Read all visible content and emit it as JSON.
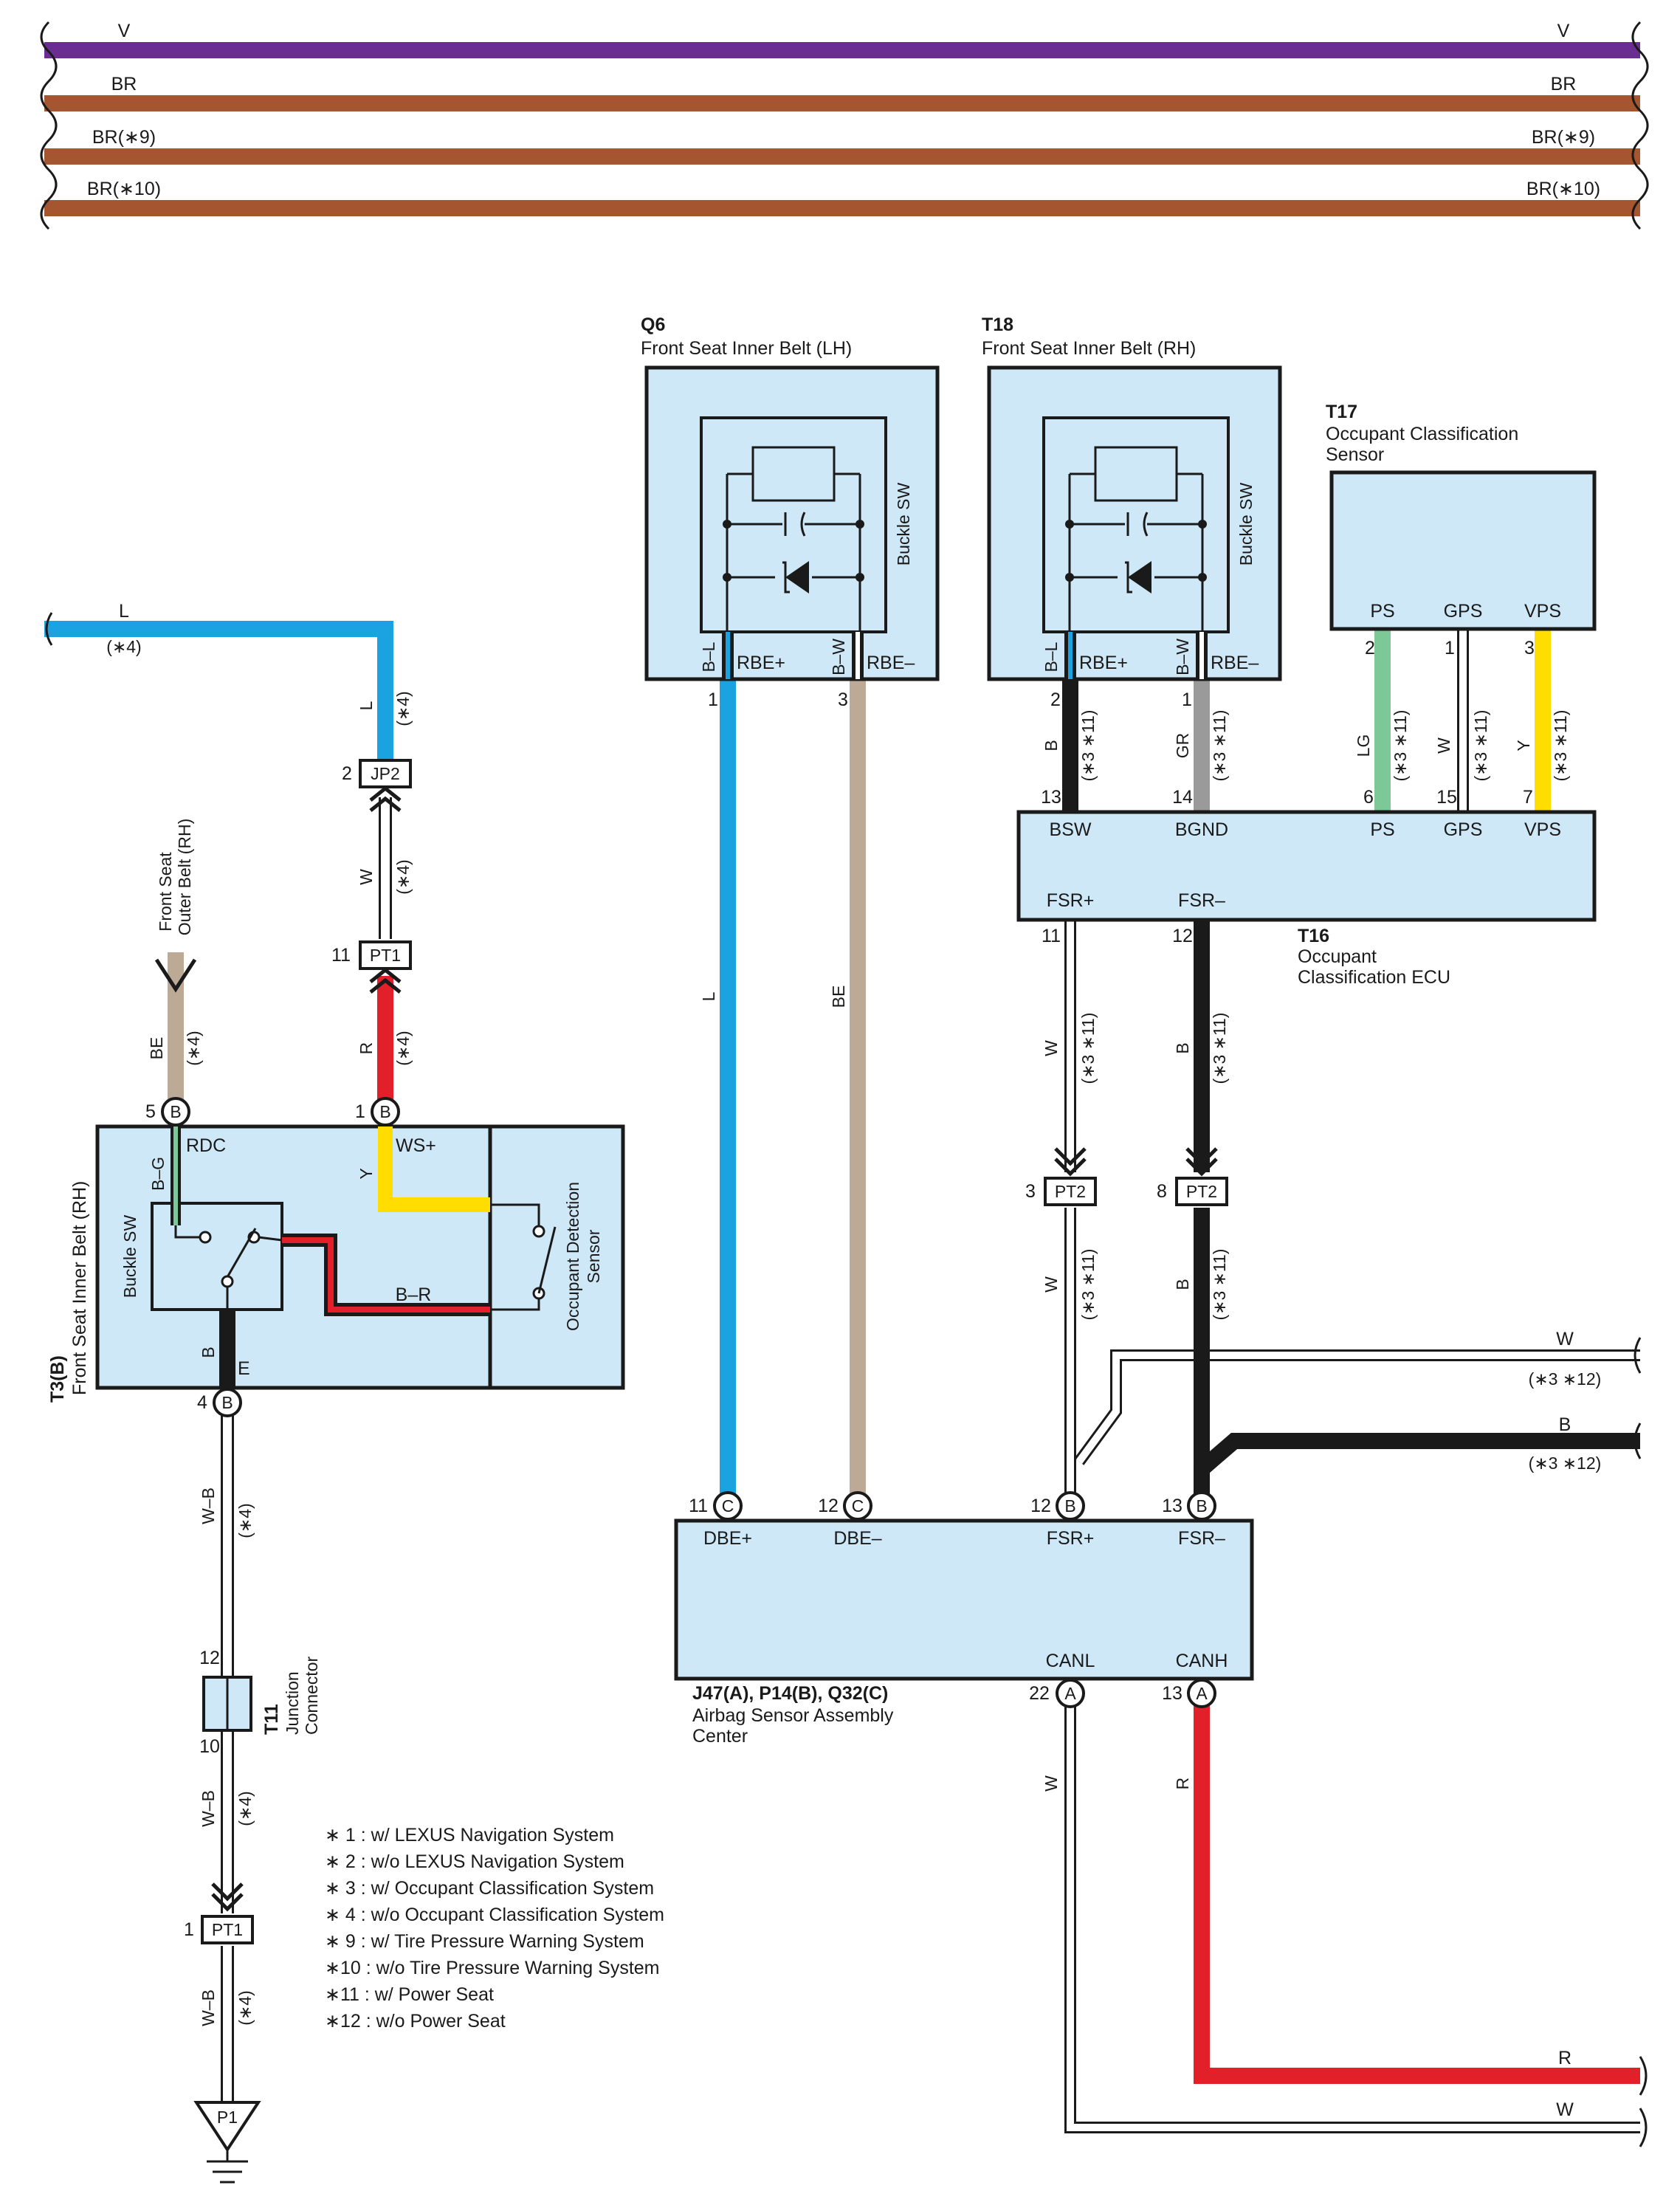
{
  "colors": {
    "violet": "#6b2d91",
    "brown": "#a5552f",
    "blue": "#1aa3e0",
    "beige": "#bca996",
    "red": "#e2202a",
    "yellow": "#ffdd00",
    "lightgreen": "#7cc896",
    "gray": "#9a9a9a",
    "black": "#1a1a1a",
    "white_wire": "#ffffff",
    "component_fill": "#cfe8f7"
  },
  "top_wires": [
    {
      "left": "V",
      "right": "V",
      "color": "violet"
    },
    {
      "left": "BR",
      "right": "BR",
      "color": "brown"
    },
    {
      "left": "BR(∗9)",
      "right": "BR(∗9)",
      "color": "brown"
    },
    {
      "left": "BR(∗10)",
      "right": "BR(∗10)",
      "color": "brown"
    }
  ],
  "components": {
    "q6": {
      "id": "Q6",
      "name": "Front Seat Inner Belt (LH)",
      "sw": "Buckle SW",
      "pin1": "RBE+",
      "pin2": "RBE–",
      "w1": "B–L",
      "w2": "B–W",
      "n1": "1",
      "n2": "3"
    },
    "t18": {
      "id": "T18",
      "name": "Front Seat Inner Belt (RH)",
      "sw": "Buckle SW",
      "pin1": "RBE+",
      "pin2": "RBE–",
      "w1": "B–L",
      "w2": "B–W",
      "n1": "2",
      "n2": "1"
    },
    "t17": {
      "id": "T17",
      "name1": "Occupant Classification",
      "name2": "Sensor",
      "pins": [
        "PS",
        "GPS",
        "VPS"
      ],
      "nums": [
        "2",
        "1",
        "3"
      ]
    },
    "t16": {
      "id": "T16",
      "name1": "Occupant",
      "name2": "Classification ECU",
      "top_pins": [
        "BSW",
        "BGND",
        "PS",
        "GPS",
        "VPS"
      ],
      "top_nums": [
        "13",
        "14",
        "6",
        "15",
        "7"
      ],
      "bottom_pins": [
        "FSR+",
        "FSR–"
      ],
      "bottom_nums": [
        "11",
        "12"
      ]
    },
    "t3": {
      "id": "T3(B)",
      "name": "Front Seat Inner Belt (RH)",
      "sw": "Buckle SW",
      "sensor1": "Occupant Detection",
      "sensor2": "Sensor",
      "rdc": "RDC",
      "ws": "WS+",
      "e": "E",
      "bg": "B–G",
      "y": "Y",
      "b": "B",
      "br": "B–R",
      "n5": "5",
      "n1": "1",
      "n4": "4",
      "conn": "B"
    },
    "t11": {
      "id": "T11",
      "name1": "Junction",
      "name2": "Connector",
      "n12": "12",
      "n10": "10"
    },
    "airbag": {
      "id": "J47(A), P14(B), Q32(C)",
      "name1": "Airbag Sensor Assembly",
      "name2": "Center",
      "pins": [
        "DBE+",
        "DBE–",
        "FSR+",
        "FSR–"
      ],
      "nums": [
        "11",
        "12",
        "12",
        "13"
      ],
      "conns": [
        "C",
        "C",
        "B",
        "B"
      ],
      "bottom_pins": [
        "CANL",
        "CANH"
      ],
      "bottom_nums": [
        "22",
        "13"
      ],
      "bottom_conns": [
        "A",
        "A"
      ]
    }
  },
  "connectors": {
    "jp2": {
      "label": "JP2",
      "num": "2"
    },
    "pt1a": {
      "label": "PT1",
      "num": "11"
    },
    "pt2a": {
      "label": "PT2",
      "num": "3"
    },
    "pt2b": {
      "label": "PT2",
      "num": "8"
    },
    "pt1b": {
      "label": "PT1",
      "num": "1"
    },
    "p1": {
      "label": "P1"
    }
  },
  "wire_labels": {
    "l_top": "L",
    "l_top_note": "(∗4)",
    "l_vert": "L",
    "l_vert_note": "(∗4)",
    "w_jp": "W",
    "w_jp_note": "(∗4)",
    "r_pt": "R",
    "r_pt_note": "(∗4)",
    "be_outer": "BE",
    "be_outer_note": "(∗4)",
    "outer_belt1": "Front Seat",
    "outer_belt2": "Outer Belt (RH)",
    "wb1": "W–B",
    "wb1_note": "(∗4)",
    "wb2": "W–B",
    "wb2_note": "(∗4)",
    "wb3": "W–B",
    "wb3_note": "(∗4)",
    "q6_l": "L",
    "q6_be": "BE",
    "t18_b": "B",
    "t18_b_note": "(∗3 ∗11)",
    "t18_gr": "GR",
    "t18_gr_note": "(∗3 ∗11)",
    "t17_lg": "LG",
    "t17_lg_note": "(∗3 ∗11)",
    "t17_w": "W",
    "t17_w_note": "(∗3 ∗11)",
    "t17_y": "Y",
    "t17_y_note": "(∗3 ∗11)",
    "fsrp_w1": "W",
    "fsrp_w1_note": "(∗3 ∗11)",
    "fsrm_b1": "B",
    "fsrm_b1_note": "(∗3 ∗11)",
    "fsrp_w2": "W",
    "fsrp_w2_note": "(∗3 ∗11)",
    "fsrm_b2": "B",
    "fsrm_b2_note": "(∗3 ∗11)",
    "right_w": "W",
    "right_w_note": "(∗3 ∗12)",
    "right_b": "B",
    "right_b_note": "(∗3 ∗12)",
    "can_w": "W",
    "can_r": "R",
    "bottom_r": "R",
    "bottom_w": "W"
  },
  "notes": [
    "∗ 1 : w/ LEXUS Navigation System",
    "∗ 2 : w/o LEXUS Navigation System",
    "∗ 3 : w/ Occupant Classification System",
    "∗ 4 : w/o Occupant Classification System",
    "∗ 9 : w/ Tire Pressure Warning System",
    "∗10 : w/o Tire Pressure Warning System",
    "∗11 : w/ Power Seat",
    "∗12 : w/o Power Seat"
  ]
}
